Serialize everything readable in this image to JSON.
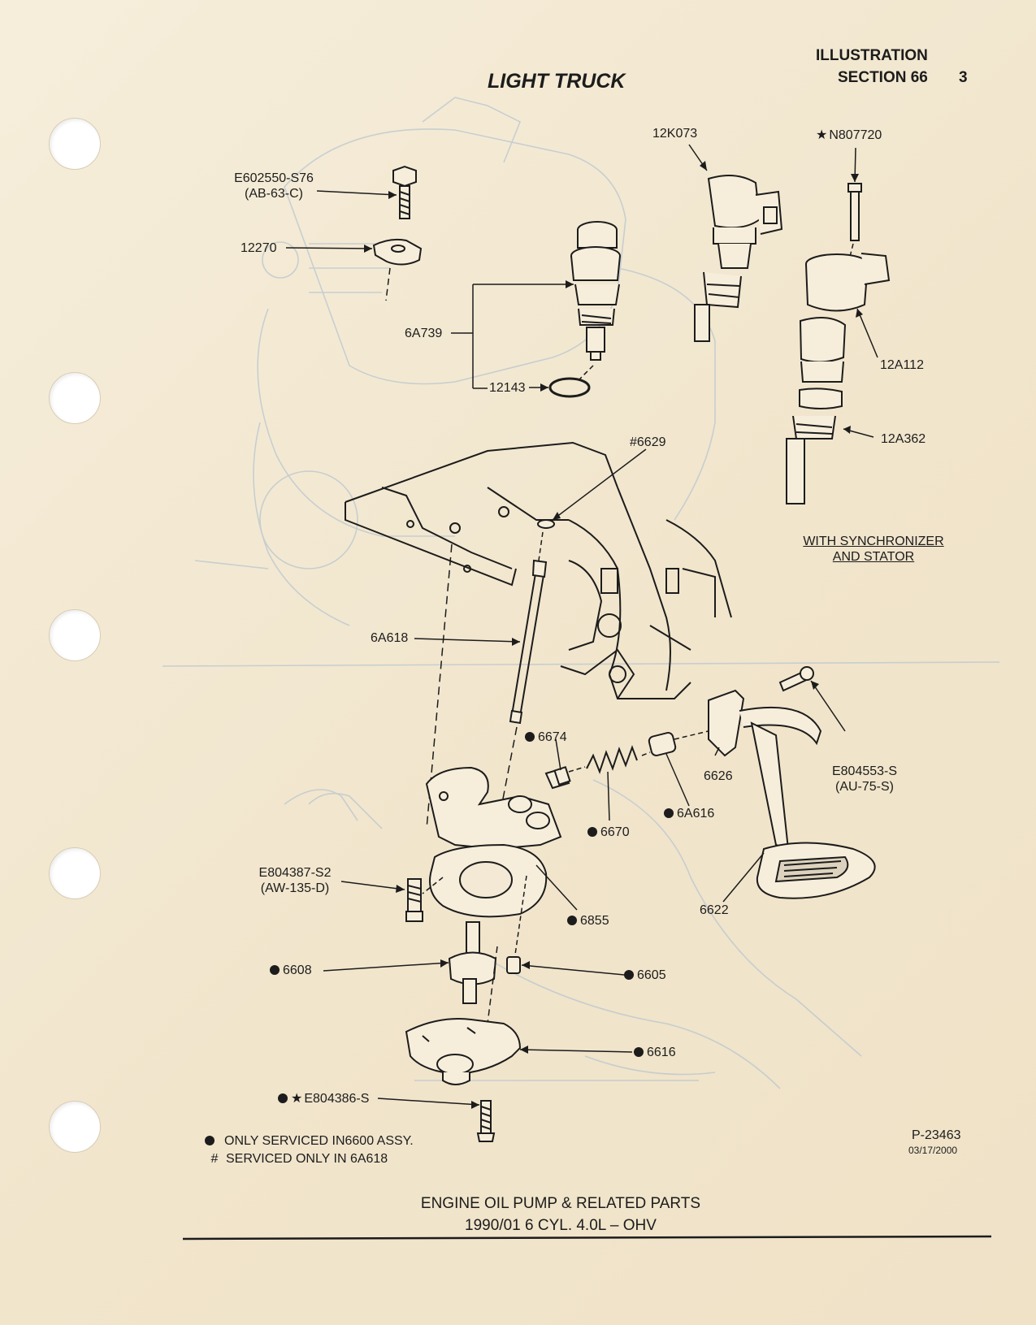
{
  "header": {
    "illustration": "ILLUSTRATION",
    "section": "SECTION 66",
    "page_number": "3",
    "title": "LIGHT TRUCK"
  },
  "parts": {
    "E602550": {
      "line1": "E602550-S76",
      "line2": "(AB-63-C)"
    },
    "p12270": "12270",
    "p12K073": "12K073",
    "N807720": "N807720",
    "p6A739": "6A739",
    "p12143": "12143",
    "p12A112": "12A112",
    "p12A362": "12A362",
    "p6629": "#6629",
    "p6A618": "6A618",
    "p6674": "6674",
    "p6626": "6626",
    "E804553": {
      "line1": "E804553-S",
      "line2": "(AU-75-S)"
    },
    "p6A616": "6A616",
    "p6670": "6670",
    "E804387": {
      "line1": "E804387-S2",
      "line2": "(AW-135-D)"
    },
    "p6855": "6855",
    "p6622": "6622",
    "p6608": "6608",
    "p6605": "6605",
    "p6616": "6616",
    "E804386": "E804386-S"
  },
  "note": {
    "line1": "WITH SYNCHRONIZER",
    "line2": "AND STATOR"
  },
  "legend": {
    "dot_text": "ONLY SERVICED IN6600 ASSY.",
    "hash_symbol": "#",
    "hash_text": "SERVICED ONLY IN 6A618"
  },
  "drawing_id": {
    "code": "P-23463",
    "date": "03/17/2000"
  },
  "caption": {
    "line1": "ENGINE OIL PUMP & RELATED PARTS",
    "line2": "1990/01 6 CYL. 4.0L – OHV"
  },
  "icons": {
    "filled": "filled-circle-icon",
    "star": "star-icon"
  },
  "colors": {
    "paper": "#f3e9d4",
    "ink": "#1c1c1c",
    "ghost": "#b9c6cf"
  }
}
